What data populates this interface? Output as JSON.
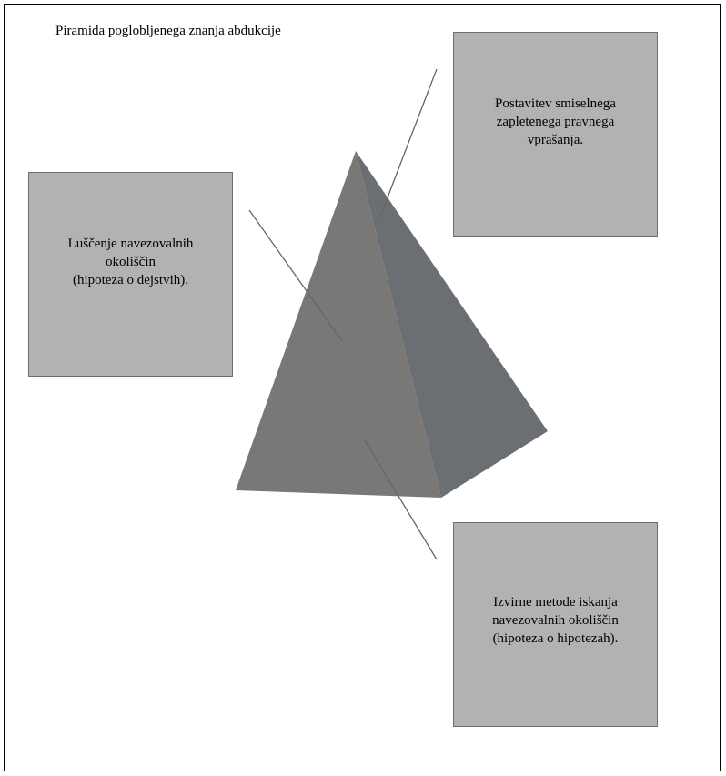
{
  "title": "Piramida poglobljenega znanja abdukcije",
  "colors": {
    "pyramid_front": "#7a7876",
    "pyramid_side": "#6b6e72",
    "box_fill": "#b2b2b2",
    "leader_line": "#666666"
  },
  "boxes": {
    "left": {
      "text": "Luščenje navezovalnih\nokoliščin\n(hipoteza o dejstvih)."
    },
    "right_top": {
      "text": "Postavitev smiselnega\nzapletenega pravnega\nvprašanja."
    },
    "right_bottom": {
      "text": "Izvirne metode iskanja\nnavezovalnih okoliščin\n(hipoteza o hipotezah)."
    }
  }
}
